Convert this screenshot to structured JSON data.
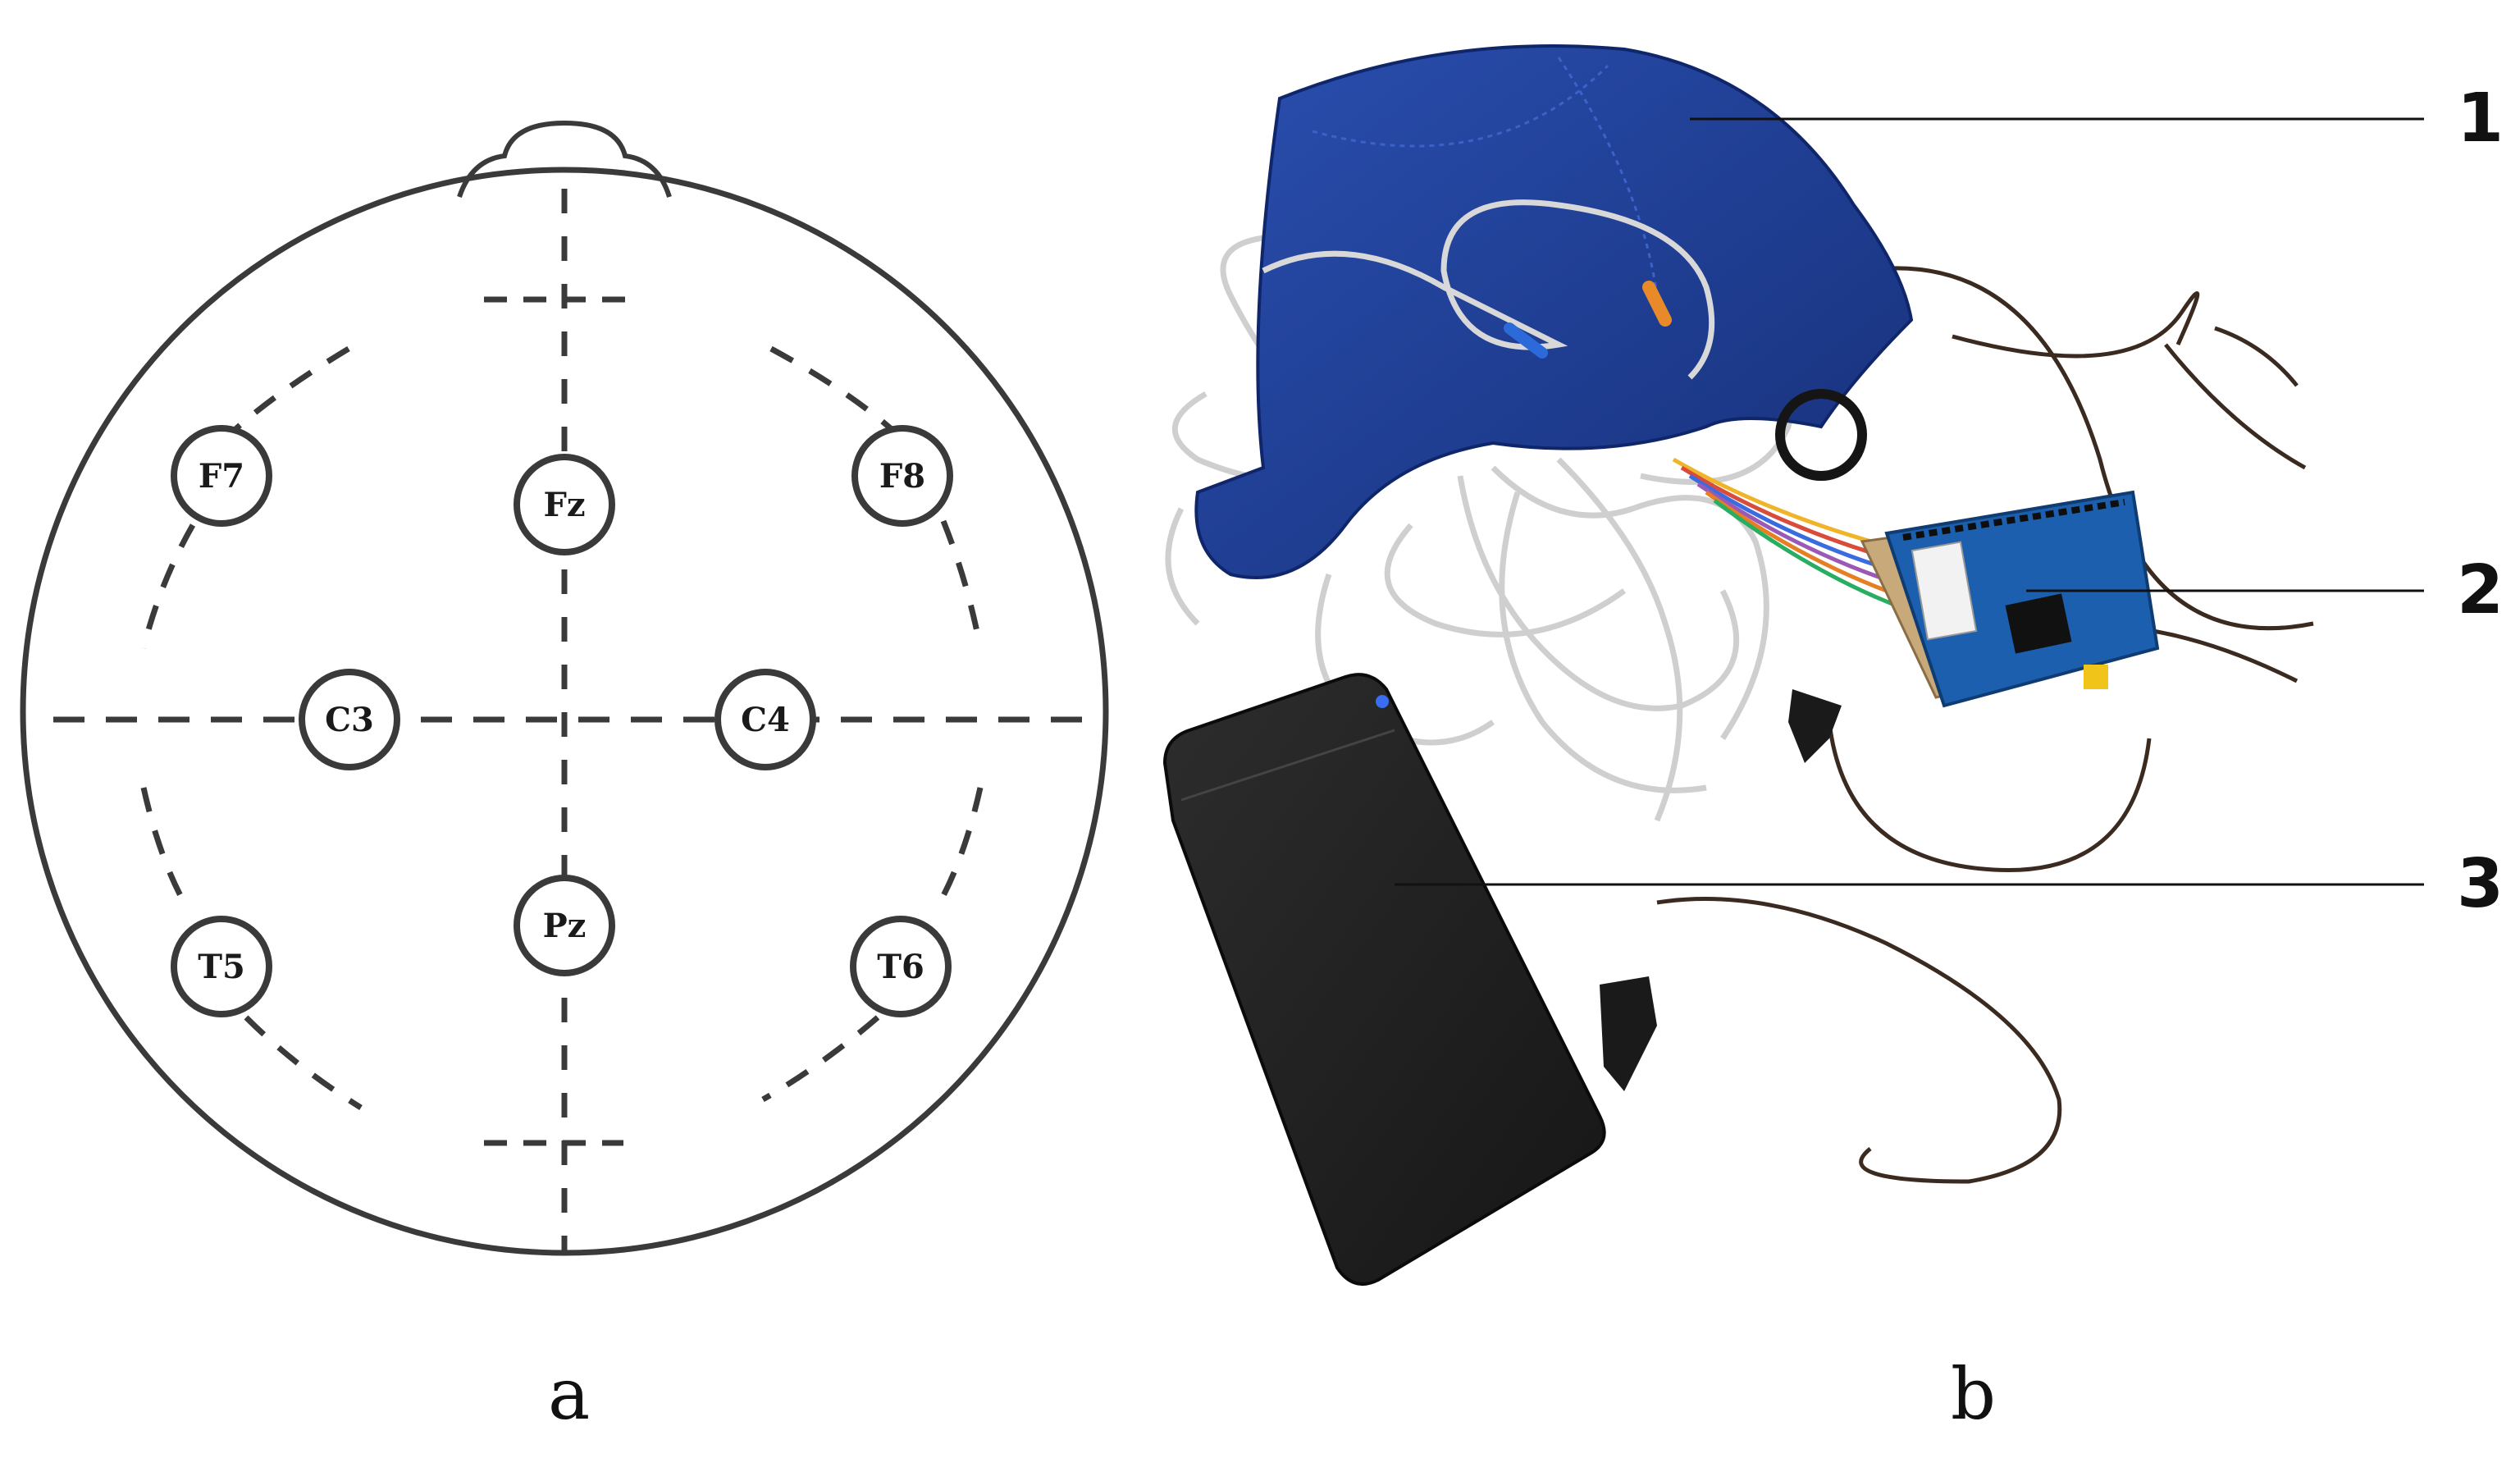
{
  "panels": [
    {
      "letter": "a",
      "content": "eeg-electrode-scheme"
    },
    {
      "letter": "b",
      "content": "device-photo"
    }
  ],
  "electrodes": [
    "F7",
    "Fz",
    "F8",
    "C3",
    "C4",
    "T5",
    "Pz",
    "T6"
  ],
  "callouts": [
    "1",
    "2",
    "3"
  ],
  "colors": {
    "outline": "#3a3a3a",
    "cap": "#1f3f9a",
    "board": "#1c5fae",
    "power_bank": "#222222",
    "wires": "#d6d6d6",
    "ear_leads": "#3b2a20"
  }
}
